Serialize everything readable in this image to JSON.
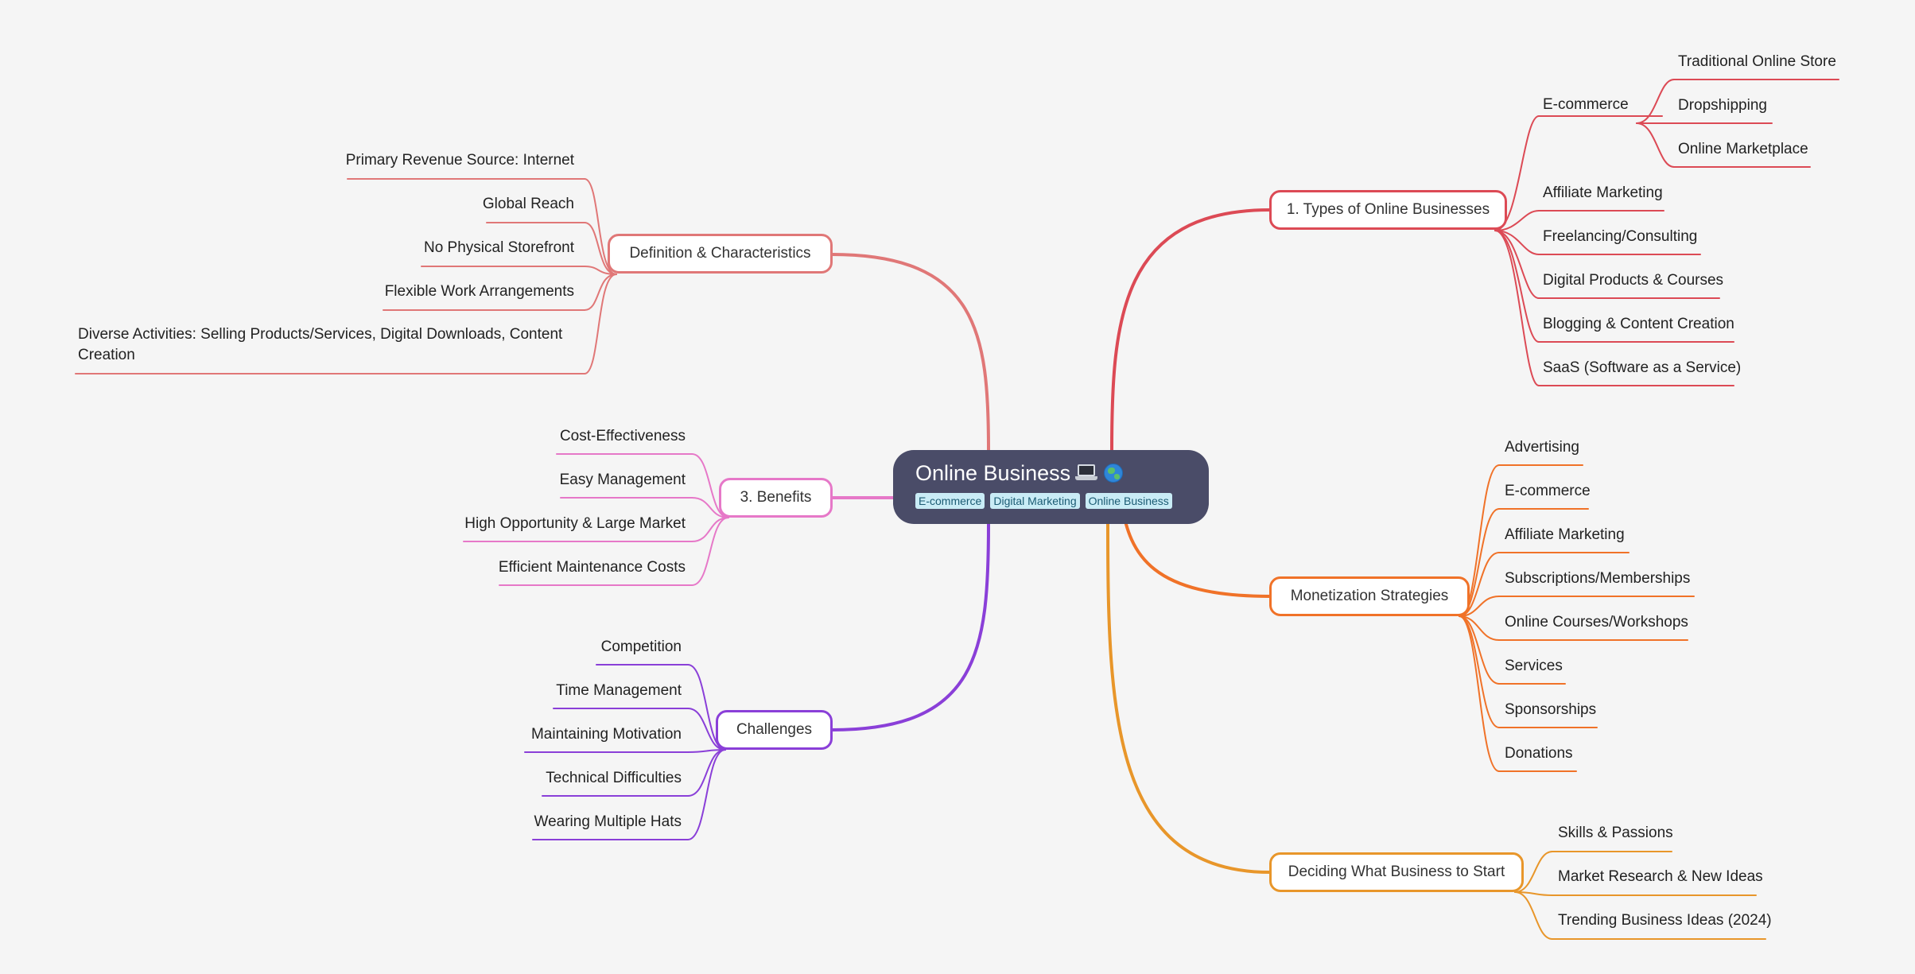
{
  "root": {
    "title": "Online Business",
    "icons": [
      "laptop-icon",
      "globe-icon"
    ],
    "tags": [
      "E-commerce",
      "Digital Marketing",
      "Online Business"
    ]
  },
  "branches": {
    "types": {
      "label": "1. Types of Online Businesses",
      "color": "#dc4a55",
      "ecommerce": {
        "label": "E-commerce",
        "children": [
          "Traditional Online Store",
          "Dropshipping",
          "Online Marketplace"
        ]
      },
      "children": [
        "Affiliate Marketing",
        "Freelancing/Consulting",
        "Digital Products & Courses",
        "Blogging & Content Creation",
        "SaaS (Software as a Service)"
      ]
    },
    "monetization": {
      "label": "Monetization Strategies",
      "color": "#f07228",
      "children": [
        "Advertising",
        "E-commerce",
        "Affiliate Marketing",
        "Subscriptions/Memberships",
        "Online Courses/Workshops",
        "Services",
        "Sponsorships",
        "Donations"
      ]
    },
    "deciding": {
      "label": "Deciding What Business to Start",
      "color": "#e8962a",
      "children": [
        "Skills & Passions",
        "Market Research & New Ideas",
        "Trending Business Ideas (2024)"
      ]
    },
    "definition": {
      "label": "Definition & Characteristics",
      "color": "#e07777",
      "children": [
        "Primary Revenue Source: Internet",
        "Global Reach",
        "No Physical Storefront",
        "Flexible Work Arrangements",
        "Diverse Activities: Selling Products/Services, Digital Downloads, Content Creation"
      ]
    },
    "benefits": {
      "label": "3. Benefits",
      "color": "#e678c8",
      "children": [
        "Cost-Effectiveness",
        "Easy Management",
        "High Opportunity & Large Market",
        "Efficient Maintenance Costs"
      ]
    },
    "challenges": {
      "label": "Challenges",
      "color": "#8a3fd8",
      "children": [
        "Competition",
        "Time Management",
        "Maintaining Motivation",
        "Technical Difficulties",
        "Wearing Multiple Hats"
      ]
    }
  }
}
